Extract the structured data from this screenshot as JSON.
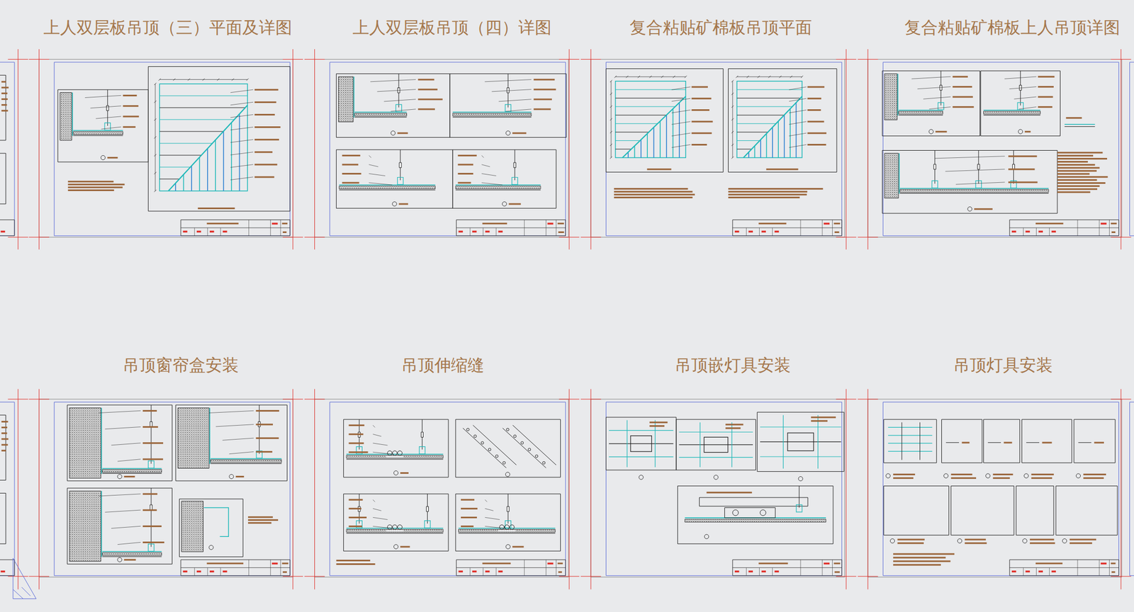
{
  "diagram": {
    "nodes": [
      {
        "text": [
          "上人双层板吊顶（三）平面及详图"
        ]
      },
      {
        "text": [
          "上人双层板吊顶（四）详图"
        ]
      },
      {
        "text": [
          "复合粘贴矿棉板吊顶平面"
        ]
      },
      {
        "text": [
          "复合粘贴矿棉板上人吊顶详图"
        ]
      },
      {
        "text": [
          "吊顶窗帘盒安装"
        ]
      },
      {
        "text": [
          "吊顶伸缩缝"
        ]
      },
      {
        "text": [
          "吊顶嵌灯具安装"
        ]
      },
      {
        "text": [
          "吊顶灯具安装"
        ]
      }
    ]
  }
}
